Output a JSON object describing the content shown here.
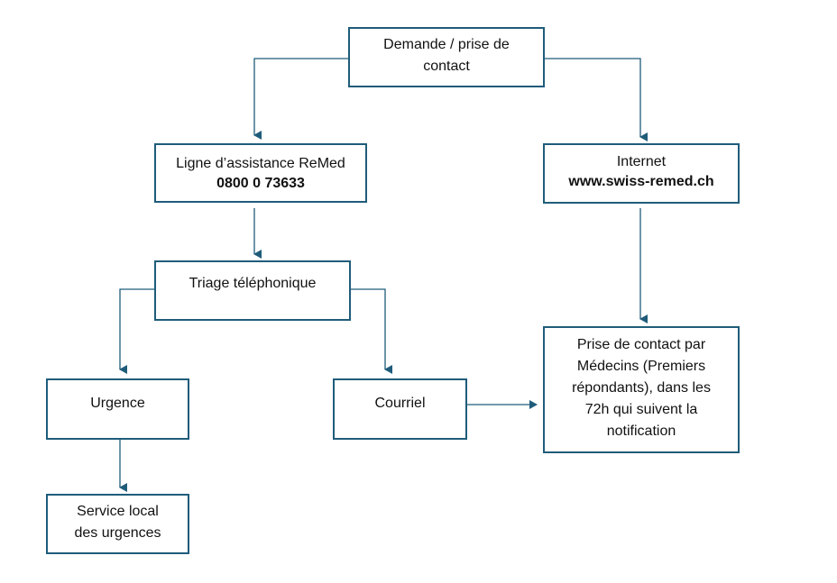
{
  "nodes": {
    "demande": {
      "lines": [
        "Demande / prise de",
        "contact"
      ]
    },
    "ligne": {
      "line1": "Ligne d’assistance ReMed",
      "line2": "0800 0 73633"
    },
    "internet": {
      "line1": "Internet",
      "line2": "www.swiss-remed.ch"
    },
    "triage": {
      "lines": [
        "Triage téléphonique"
      ]
    },
    "urgence": {
      "lines": [
        "Urgence"
      ]
    },
    "courriel": {
      "lines": [
        "Courriel"
      ]
    },
    "service": {
      "lines": [
        "Service local",
        "des urgences"
      ]
    },
    "prise": {
      "lines": [
        "Prise de contact par",
        "Médecins (Premiers",
        "répondants), dans les",
        "72h qui suivent la",
        "notification"
      ]
    }
  },
  "colors": {
    "border": "#1f5c7a",
    "arrow": "#1f5c7a"
  }
}
